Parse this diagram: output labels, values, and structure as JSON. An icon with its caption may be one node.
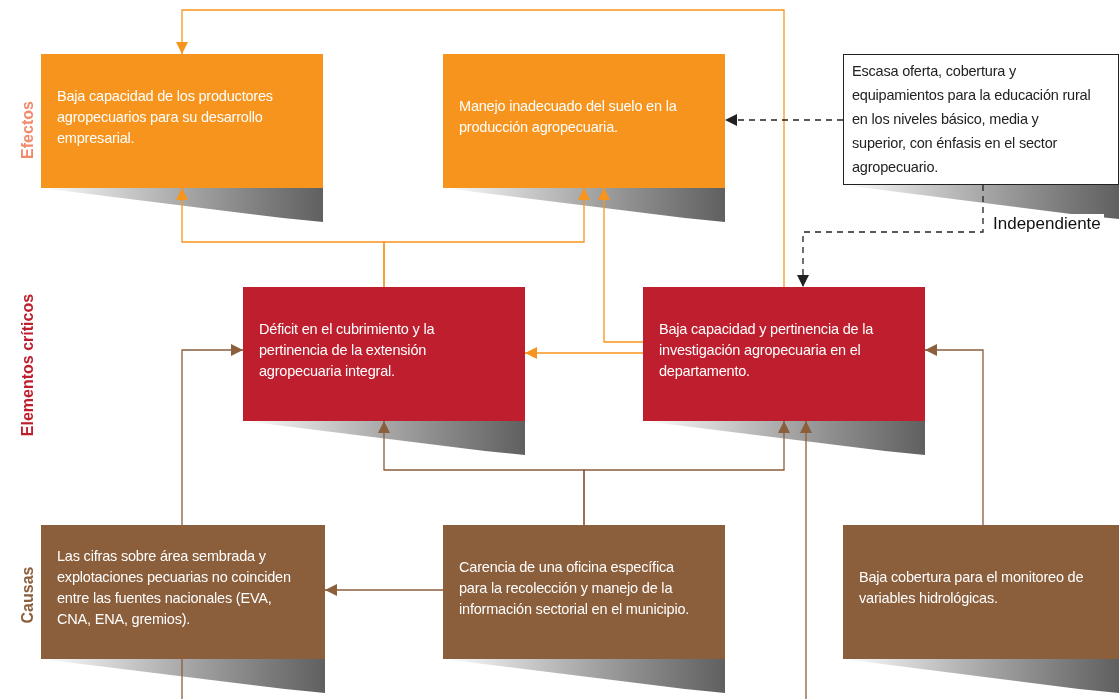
{
  "diagram": {
    "nodes": [
      {
        "text": [
          "Baja capacidad de los productores agropecuarios para su desarrollo empresarial."
        ]
      },
      {
        "text": [
          "Manejo inadecuado del suelo en la producción agropecuaria."
        ]
      },
      {
        "text": [
          "Escasa oferta, cobertura y equipamientos para la educación rural en los niveles básico, media y superior, con énfasis en el sector agropecuario."
        ]
      },
      {
        "text": [
          "Déficit en el cubrimiento y la pertinencia de la extensión agropecuaria integral."
        ]
      },
      {
        "text": [
          "Baja capacidad y pertinencia de la investigación agropecuaria en el departamento."
        ]
      },
      {
        "text": [
          "Las cifras sobre área sembrada y explotaciones pecuarias no coinciden entre las fuentes nacionales (EVA, CNA, ENA, gremios)."
        ]
      },
      {
        "text": [
          "Carencia de una oficina específica para la recolección y manejo de la información sectorial en el municipio."
        ]
      },
      {
        "text": [
          "Baja cobertura para el monitoreo de variables hidrológicas."
        ]
      }
    ],
    "edges": [
      {
        "from": 4,
        "to": 0,
        "arrow": "to",
        "color": "#f7941d"
      },
      {
        "from": 3,
        "to": 0,
        "arrow": "to",
        "color": "#f7941d"
      },
      {
        "from": 3,
        "to": 1,
        "arrow": "to",
        "color": "#f7941d"
      },
      {
        "from": 4,
        "to": 1,
        "arrow": "to",
        "color": "#f7941d"
      },
      {
        "from": 4,
        "to": 3,
        "arrow": "to",
        "color": "#f7941d"
      },
      {
        "from": 2,
        "to": 1,
        "arrow": "to",
        "style": "dashed",
        "color": "#222222"
      },
      {
        "from": 2,
        "to": 4,
        "arrow": "to",
        "style": "dashed",
        "color": "#222222",
        "label": "Independiente"
      },
      {
        "from": 5,
        "to": 3,
        "arrow": "to"
      },
      {
        "from": 6,
        "to": 3,
        "arrow": "to"
      },
      {
        "from": 6,
        "to": 4,
        "arrow": "to"
      },
      {
        "from": 6,
        "to": 5,
        "arrow": "to"
      },
      {
        "from": 7,
        "to": 4,
        "arrow": "to"
      },
      {
        "from": null,
        "to": 4,
        "arrow": "to"
      },
      {
        "from": 5,
        "to": null,
        "arrow": "none"
      }
    ],
    "labels": [
      "Efectos",
      "Elementos críticos",
      "Causas"
    ]
  }
}
